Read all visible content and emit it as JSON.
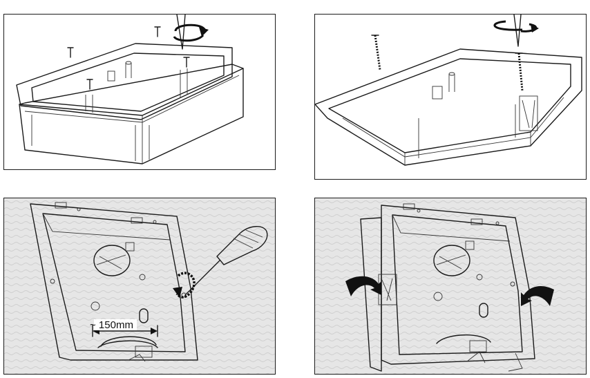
{
  "steps": [
    {
      "id": "step-1"
    },
    {
      "id": "step-2"
    },
    {
      "id": "step-3",
      "dimension_label": "~ 150mm"
    },
    {
      "id": "step-4"
    }
  ],
  "colors": {
    "line": "#1a1a1a",
    "wall": "#e6e6e6",
    "wall_texture": "#cfcfcf",
    "arrow": "#111111"
  },
  "icons": [
    "screw-icon",
    "rotate-arrow-icon",
    "screwdriver-icon",
    "curved-arrow-icon"
  ]
}
